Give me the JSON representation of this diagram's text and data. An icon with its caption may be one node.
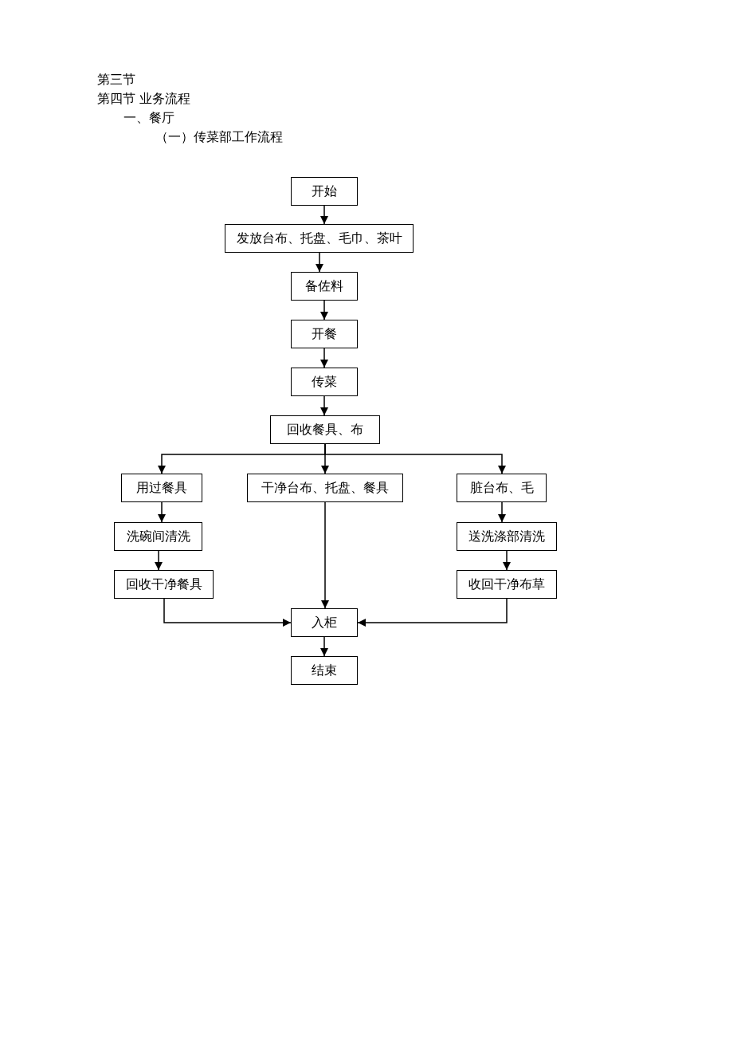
{
  "diagram": {
    "labels": [
      "第三节",
      "第四节 业务流程",
      "一、餐厅",
      "（一）传菜部工作流程"
    ],
    "nodes": [
      {
        "text": [
          "开始"
        ]
      },
      {
        "text": [
          "发放台布、托盘、毛巾、茶叶"
        ]
      },
      {
        "text": [
          "备佐料"
        ]
      },
      {
        "text": [
          "开餐"
        ]
      },
      {
        "text": [
          "传菜"
        ]
      },
      {
        "text": [
          "回收餐具、布"
        ]
      },
      {
        "text": [
          "用过餐具"
        ]
      },
      {
        "text": [
          "干净台布、托盘、餐具"
        ]
      },
      {
        "text": [
          "脏台布、毛"
        ]
      },
      {
        "text": [
          "洗碗间清洗"
        ]
      },
      {
        "text": [
          "送洗涤部清洗"
        ]
      },
      {
        "text": [
          "回收干净餐具"
        ]
      },
      {
        "text": [
          "收回干净布草"
        ]
      },
      {
        "text": [
          "入柜"
        ]
      },
      {
        "text": [
          "结束"
        ]
      }
    ],
    "edges": [
      {
        "from": 0,
        "to": 1,
        "arrow": "to"
      },
      {
        "from": 1,
        "to": 2,
        "arrow": "to"
      },
      {
        "from": 2,
        "to": 3,
        "arrow": "to"
      },
      {
        "from": 3,
        "to": 4,
        "arrow": "to"
      },
      {
        "from": 4,
        "to": 5,
        "arrow": "to"
      },
      {
        "from": 5,
        "to": 6,
        "arrow": "to"
      },
      {
        "from": 5,
        "to": 7,
        "arrow": "to"
      },
      {
        "from": 5,
        "to": 8,
        "arrow": "to"
      },
      {
        "from": 6,
        "to": 9,
        "arrow": "to"
      },
      {
        "from": 9,
        "to": 11,
        "arrow": "to"
      },
      {
        "from": 8,
        "to": 10,
        "arrow": "to"
      },
      {
        "from": 10,
        "to": 12,
        "arrow": "to"
      },
      {
        "from": 11,
        "to": 13,
        "arrow": "to"
      },
      {
        "from": 7,
        "to": 13,
        "arrow": "to"
      },
      {
        "from": 12,
        "to": 13,
        "arrow": "to"
      },
      {
        "from": 13,
        "to": 14,
        "arrow": "to"
      }
    ]
  }
}
